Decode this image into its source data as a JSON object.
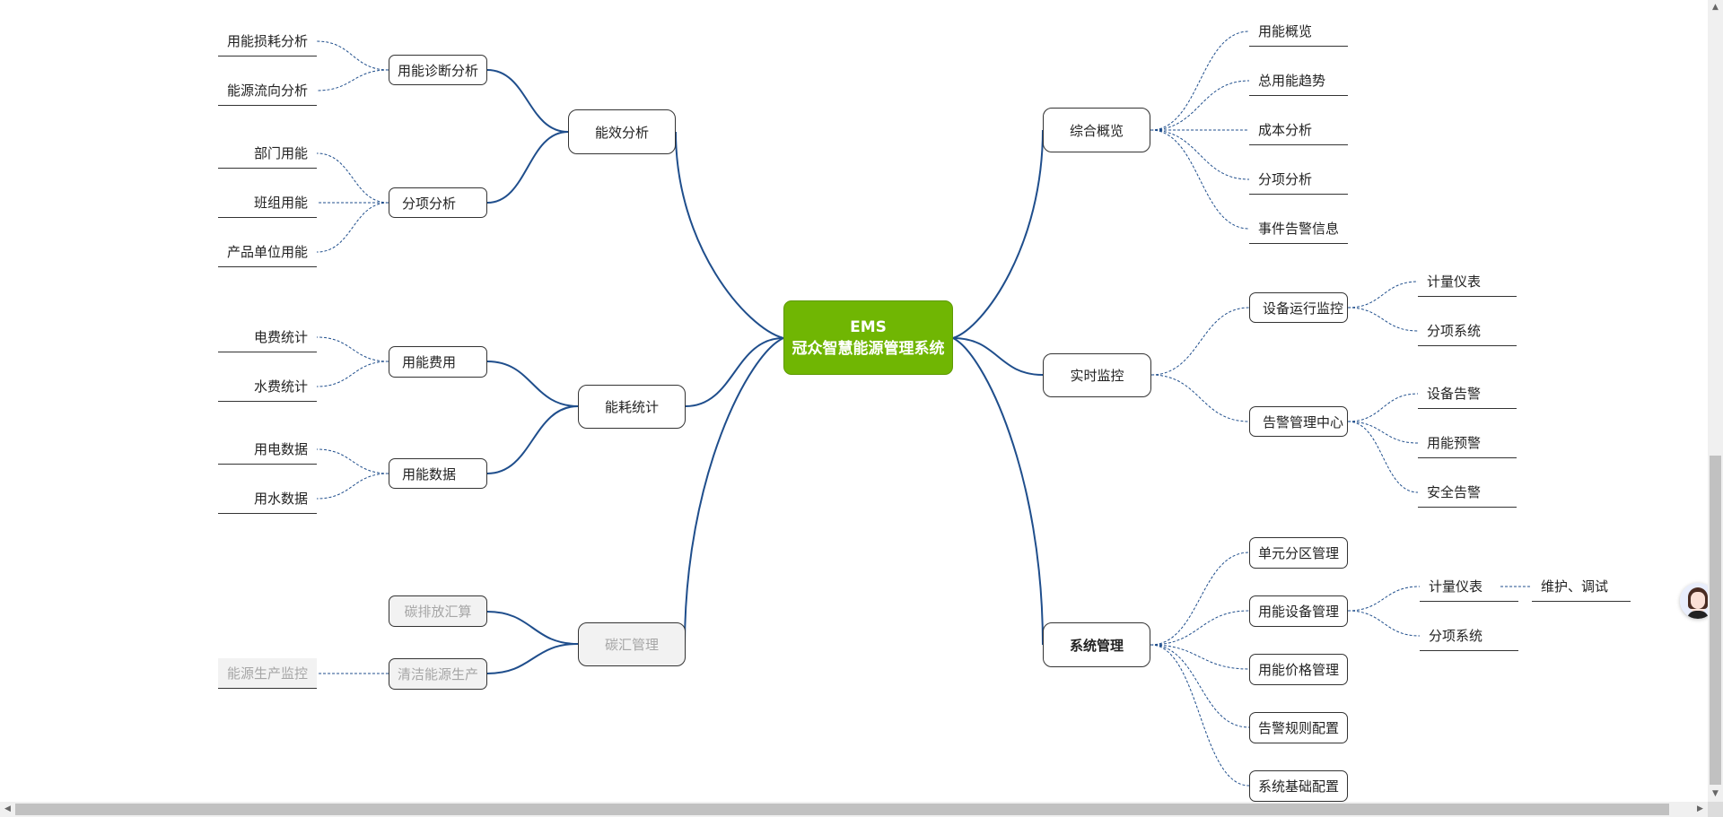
{
  "root": {
    "line1": "EMS",
    "line2": "冠众智慧能源管理系统",
    "color": "#70b603"
  },
  "link_color": "#1f4e8c",
  "left": [
    {
      "label": "能效分析",
      "children": [
        {
          "label": "用能诊断分析",
          "leaves": [
            "用能损耗分析",
            "能源流向分析"
          ]
        },
        {
          "label": "分项分析",
          "leaves": [
            "部门用能",
            "班组用能",
            "产品单位用能"
          ]
        }
      ]
    },
    {
      "label": "能耗统计",
      "children": [
        {
          "label": "用能费用",
          "leaves": [
            "电费统计",
            "水费统计"
          ]
        },
        {
          "label": "用能数据",
          "leaves": [
            "用电数据",
            "用水数据"
          ]
        }
      ]
    },
    {
      "label": "碳汇管理",
      "disabled": true,
      "children": [
        {
          "label": "碳排放汇算",
          "leaves": []
        },
        {
          "label": "清洁能源生产",
          "leaves": [
            "能源生产监控"
          ]
        }
      ]
    }
  ],
  "right": [
    {
      "label": "综合概览",
      "leaves": [
        "用能概览",
        "总用能趋势",
        "成本分析",
        "分项分析",
        "事件告警信息"
      ]
    },
    {
      "label": "实时监控",
      "children": [
        {
          "label": "设备运行监控",
          "leaves": [
            "计量仪表",
            "分项系统"
          ]
        },
        {
          "label": "告警管理中心",
          "leaves": [
            "设备告警",
            "用能预警",
            "安全告警"
          ]
        }
      ]
    },
    {
      "label": "系统管理",
      "children": [
        {
          "label": "单元分区管理",
          "leaves": []
        },
        {
          "label": "用能设备管理",
          "leaves": [
            "计量仪表",
            "分项系统"
          ],
          "extra": "维护、调试"
        },
        {
          "label": "用能价格管理",
          "leaves": []
        },
        {
          "label": "告警规则配置",
          "leaves": []
        },
        {
          "label": "系统基础配置",
          "leaves": []
        }
      ]
    }
  ],
  "avatar": {
    "icon": "assistant-avatar-icon"
  },
  "scrollbars": {
    "vertical": "vertical-scrollbar",
    "horizontal": "horizontal-scrollbar"
  }
}
